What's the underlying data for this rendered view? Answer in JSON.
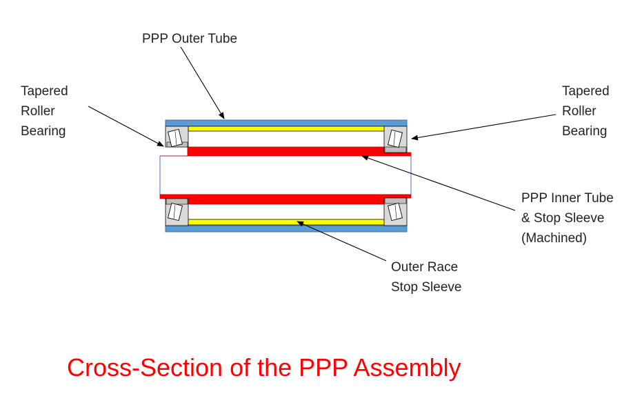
{
  "labels": {
    "outer_tube": "PPP Outer Tube",
    "bearing_left": [
      "Tapered",
      "Roller",
      "Bearing"
    ],
    "bearing_right": [
      "Tapered",
      "Roller",
      "Bearing"
    ],
    "inner_tube": [
      "PPP Inner Tube",
      "& Stop Sleeve",
      "(Machined)"
    ],
    "outer_race": [
      "Outer Race",
      "Stop Sleeve"
    ]
  },
  "caption": "Cross-Section of the PPP Assembly",
  "colors": {
    "outer_tube": "#5B9BD5",
    "outer_tube_stroke": "#41719C",
    "inner_tube": "#FF0000",
    "stop_sleeve": "#FFFF00",
    "bearing": "#D9D9D9",
    "caption": "#FF0000",
    "shaft_border": "#4472C4"
  }
}
